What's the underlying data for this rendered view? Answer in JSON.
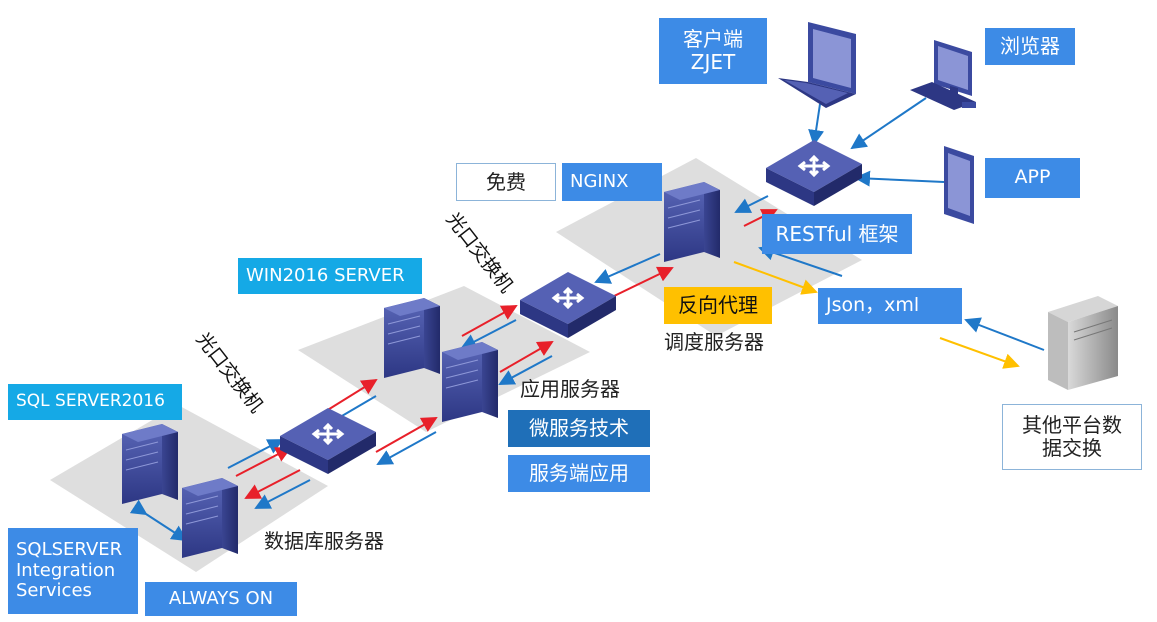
{
  "labels": {
    "client": "客户端\nZJET",
    "browser": "浏览器",
    "app": "APP",
    "restful": "RESTful 框架",
    "json_xml": "Json，xml",
    "free": "免费",
    "nginx": "NGINX",
    "reverse_proxy": "反向代理",
    "dispatch_server": "调度服务器",
    "win2016": "WIN2016 SERVER",
    "fiber_switch_1": "光口交换机",
    "fiber_switch_2": "光口交换机",
    "app_server": "应用服务器",
    "microservice": "微服务技术",
    "server_app": "服务端应用",
    "sql_server": "SQL SERVER2016",
    "db_server": "数据库服务器",
    "ssis": "SQLSERVER\nIntegration\nServices",
    "always_on": "ALWAYS ON",
    "other_platform": "其他平台数\n据交换"
  },
  "colors": {
    "label_blue": "#3d8be6",
    "label_cyan": "#15a9e6",
    "label_navy": "#1f6fb8",
    "label_gold": "#ffc000",
    "arrow_red": "#e8202a",
    "arrow_blue": "#1f78c8",
    "arrow_yellow": "#ffc000",
    "platform_gray": "#dedede",
    "device_navy": "#3b4aa0"
  },
  "icons": [
    "laptop-icon",
    "desktop-pc-icon",
    "tablet-icon",
    "switch-icon",
    "server-icon",
    "gray-server-icon"
  ]
}
